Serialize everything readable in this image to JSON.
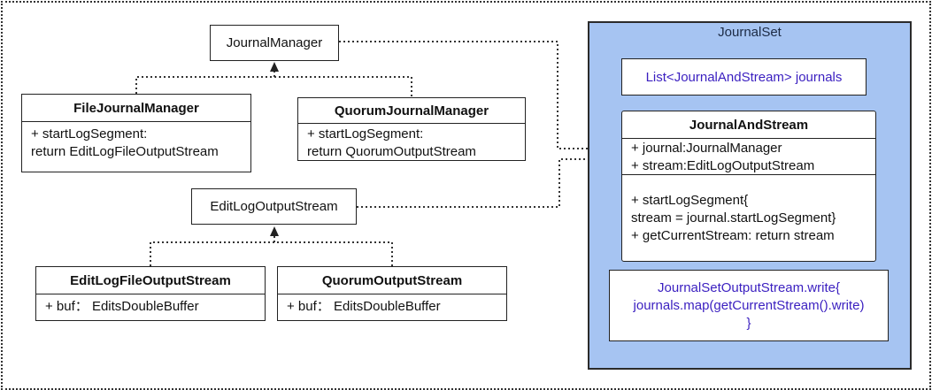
{
  "diagram": {
    "journal_manager": "JournalManager",
    "file_journal_manager": {
      "title": "FileJournalManager",
      "lines": [
        "+ startLogSegment:",
        "return EditLogFileOutputStream"
      ]
    },
    "quorum_journal_manager": {
      "title": "QuorumJournalManager",
      "lines": [
        "+ startLogSegment:",
        "return QuorumOutputStream"
      ]
    },
    "edit_log_output_stream": "EditLogOutputStream",
    "edit_log_file_output_stream": {
      "title": "EditLogFileOutputStream",
      "lines": [
        "+ buf： EditsDoubleBuffer"
      ]
    },
    "quorum_output_stream": {
      "title": "QuorumOutputStream",
      "lines": [
        "+ buf： EditsDoubleBuffer"
      ]
    },
    "journal_set": {
      "label": "JournalSet",
      "journals_field": "List<JournalAndStream> journals",
      "journal_and_stream": {
        "title": "JournalAndStream",
        "fields": [
          "+ journal:JournalManager",
          "+ stream:EditLogOutputStream"
        ],
        "methods": [
          "+ startLogSegment{",
          "stream = journal.startLogSegment}",
          "+ getCurrentStream: return stream"
        ]
      },
      "write_method": [
        "JournalSetOutputStream.write{",
        "journals.map(getCurrentStream().write)",
        "}"
      ]
    }
  },
  "colors": {
    "journal_set_fill": "#a6c4f2",
    "purple_text": "#3a1fc0",
    "line": "#222222"
  }
}
